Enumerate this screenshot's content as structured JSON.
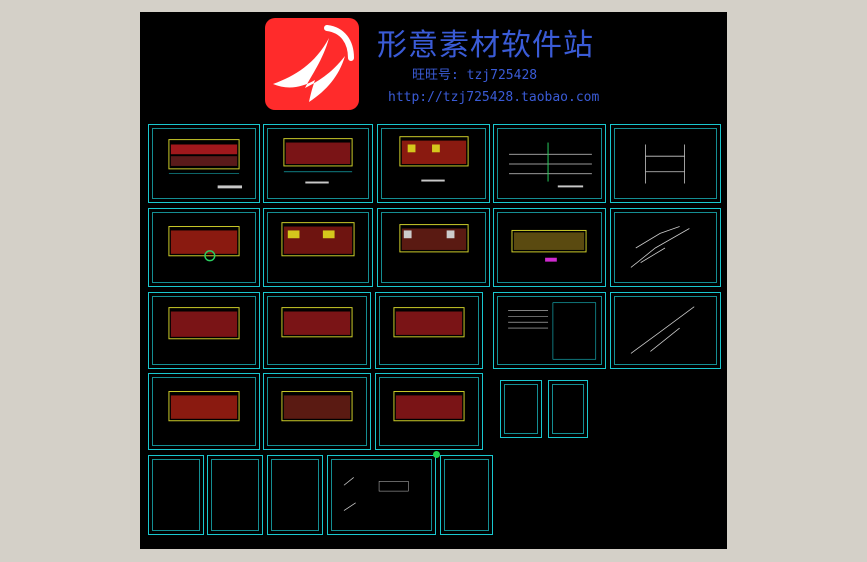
{
  "app": {
    "brand_title": "形意素材软件站",
    "wangwang_text": "旺旺号: tzj725428",
    "shop_url": "http://tzj725428.taobao.com"
  },
  "colors": {
    "background": "#d4d0c8",
    "canvas": "#000000",
    "frame": "#19c7cf",
    "logo": "#ff2b2b",
    "title_text": "#3a5bd6",
    "marker": "#22d04a"
  },
  "drawing_sheets_count": 25
}
